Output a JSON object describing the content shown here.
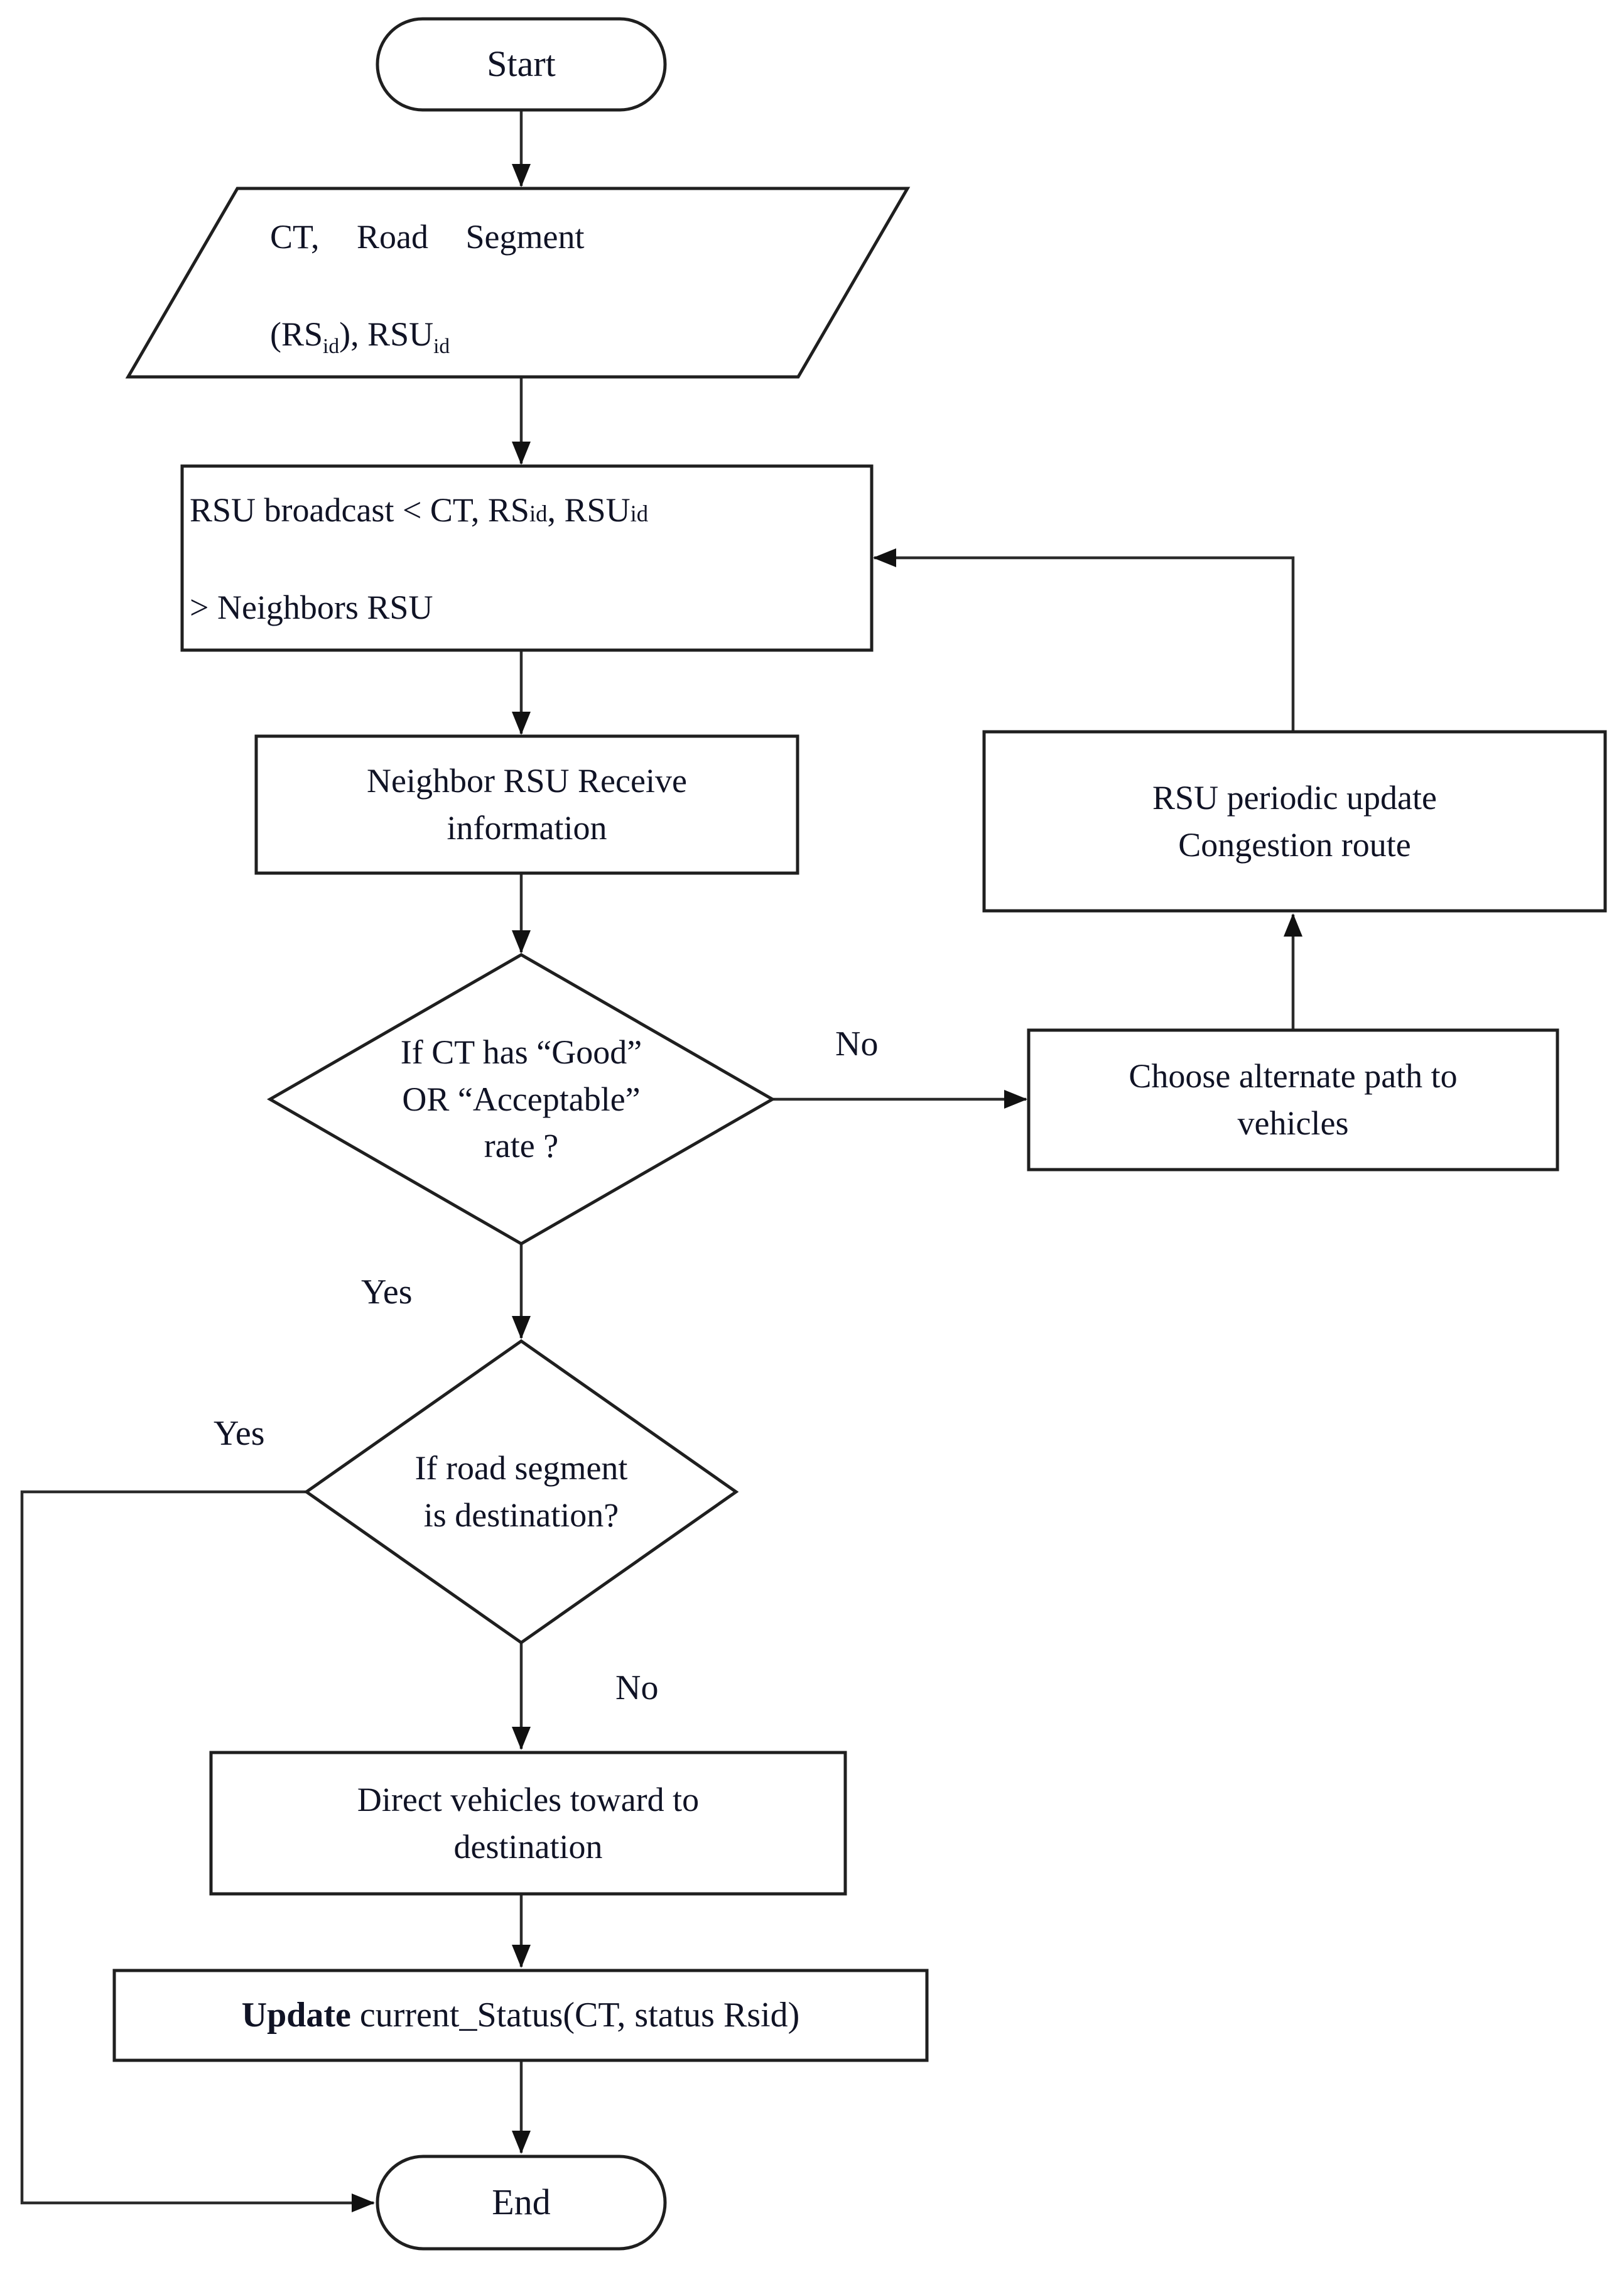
{
  "diagram": {
    "type": "flowchart",
    "colors": {
      "background": "#ffffff",
      "stroke": "#1f1f1f",
      "text": "#101325"
    },
    "nodes": {
      "start": {
        "shape": "terminator",
        "label": "Start"
      },
      "input": {
        "shape": "parallelogram",
        "line1": "CT, Road Segment",
        "l2a": "(RS",
        "l2sub1": "id",
        "l2b": "), RSU",
        "l2sub2": "id"
      },
      "broadcast": {
        "shape": "process",
        "l1a": "RSU broadcast < CT, RS",
        "l1sub1": "id",
        "l1b": ", RSU",
        "l1sub2": "id",
        "line2": "> Neighbors RSU"
      },
      "receive": {
        "shape": "process",
        "line1": "Neighbor RSU Receive",
        "line2": "information"
      },
      "decision_rate": {
        "shape": "decision",
        "line1": "If CT has “Good”",
        "line2": "OR “Acceptable”",
        "line3": "rate ?"
      },
      "choose_alternate": {
        "shape": "process",
        "line1": "Choose alternate path to",
        "line2": "vehicles"
      },
      "periodic_update": {
        "shape": "process",
        "line1": "RSU periodic update",
        "line2": "Congestion route"
      },
      "decision_destination": {
        "shape": "decision",
        "line1": "If road segment",
        "line2": "is destination?"
      },
      "direct_vehicles": {
        "shape": "process",
        "line1": "Direct vehicles toward to",
        "line2": "destination"
      },
      "update_status": {
        "shape": "process",
        "bold": "Update",
        "rest": " current_Status(CT, status Rsid)"
      },
      "end": {
        "shape": "terminator",
        "label": "End"
      }
    },
    "edge_labels": {
      "rate_no": "No",
      "rate_yes": "Yes",
      "dest_yes": "Yes",
      "dest_no": "No"
    }
  }
}
